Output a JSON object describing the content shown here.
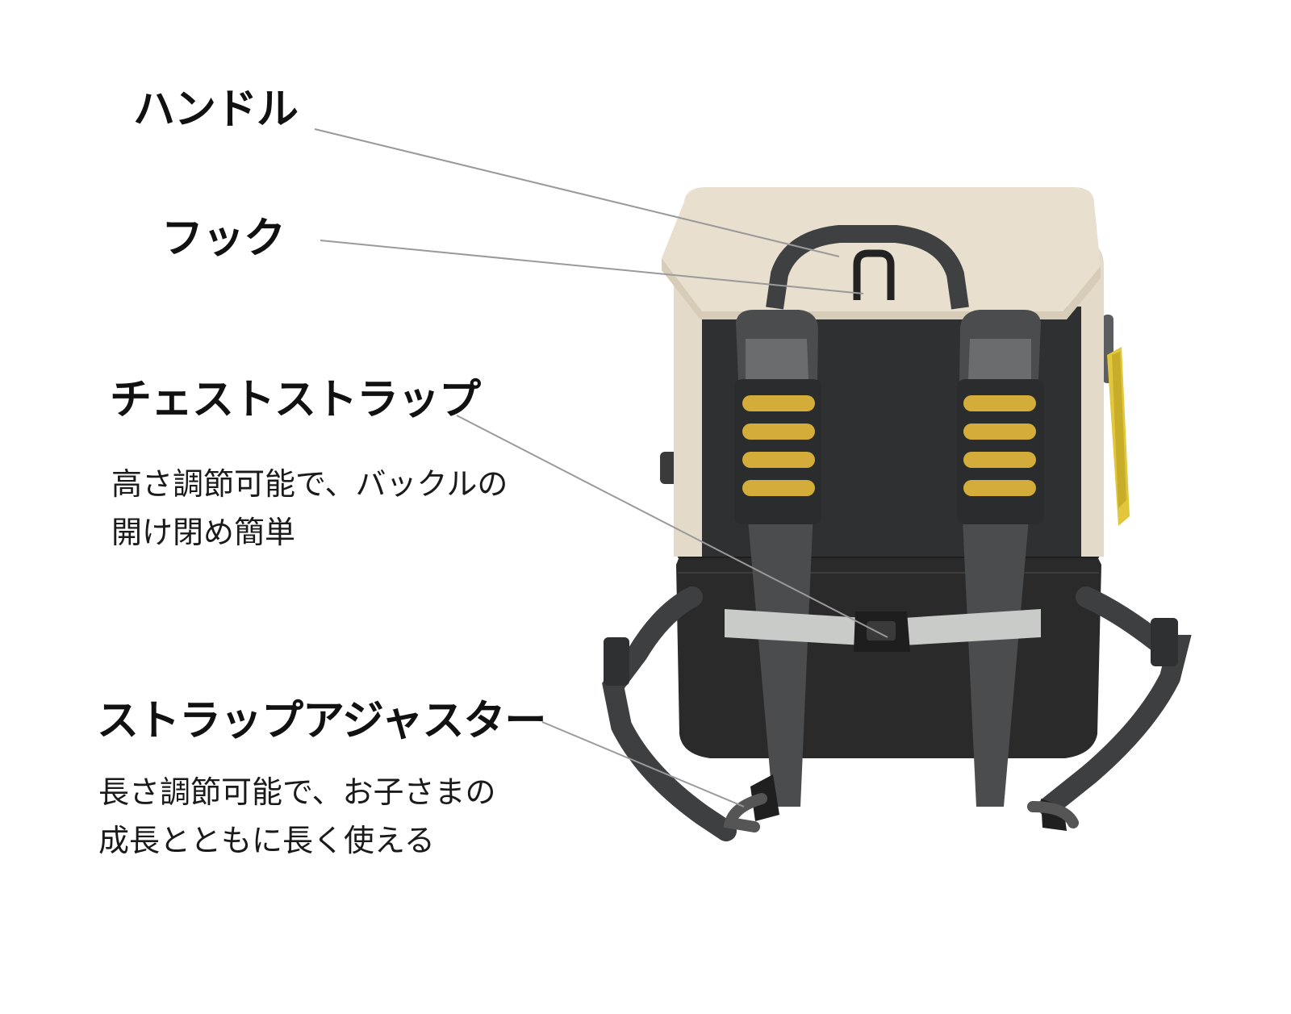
{
  "callouts": {
    "handle": {
      "title": "ハンドル"
    },
    "hook": {
      "title": "フック"
    },
    "chest_strap": {
      "title": "チェストストラップ",
      "desc_lines": [
        "高さ調節可能で、バックルの",
        "開け閉め簡単"
      ]
    },
    "strap_adjuster": {
      "title": "ストラップアジャスター",
      "desc_lines": [
        "長さ調節可能で、お子さまの",
        "成長とともに長く使える"
      ]
    }
  },
  "colors": {
    "background": "#ffffff",
    "bag_top": "#e6dccb",
    "bag_body": "#2d2d2d",
    "strap": "#4a4c4e",
    "stripe": "#d4ac3a",
    "chest_strap": "#c9cbc8",
    "tag": "#e2c73c",
    "leader_line": "#9a9a9a"
  }
}
